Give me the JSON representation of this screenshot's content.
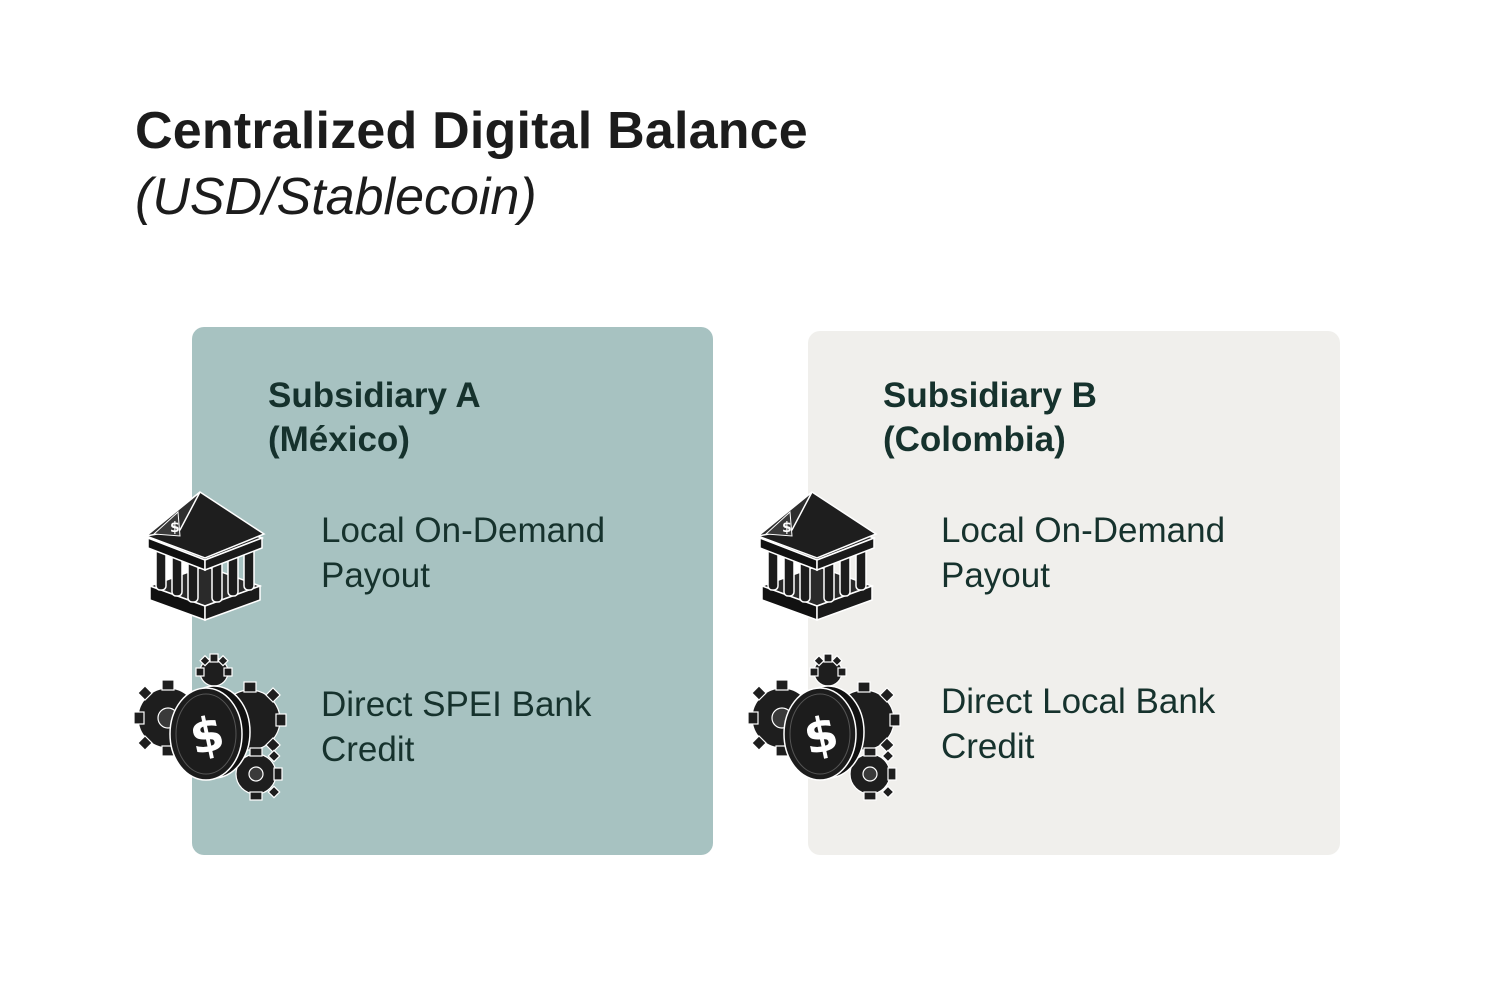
{
  "title": {
    "main": "Centralized Digital Balance",
    "sub": "(USD/Stablecoin)"
  },
  "cards": [
    {
      "name_line1": "Subsidiary A",
      "name_line2": "(México)",
      "items": [
        {
          "icon": "bank-building-icon",
          "line1": "Local On-Demand",
          "line2": "Payout"
        },
        {
          "icon": "dollar-gear-icon",
          "line1": "Direct SPEI Bank",
          "line2": "Credit"
        }
      ]
    },
    {
      "name_line1": "Subsidiary B",
      "name_line2": "(Colombia)",
      "items": [
        {
          "icon": "bank-building-icon",
          "line1": "Local On-Demand",
          "line2": "Payout"
        },
        {
          "icon": "dollar-gear-icon",
          "line1": "Direct Local Bank",
          "line2": "Credit"
        }
      ]
    }
  ],
  "colors": {
    "card_a_background": "#a7c2c1",
    "card_b_background": "#f0efec",
    "text_dark_green": "#16322d",
    "title_text": "#1c1c1c",
    "icon_fill": "#1e1e1e"
  }
}
